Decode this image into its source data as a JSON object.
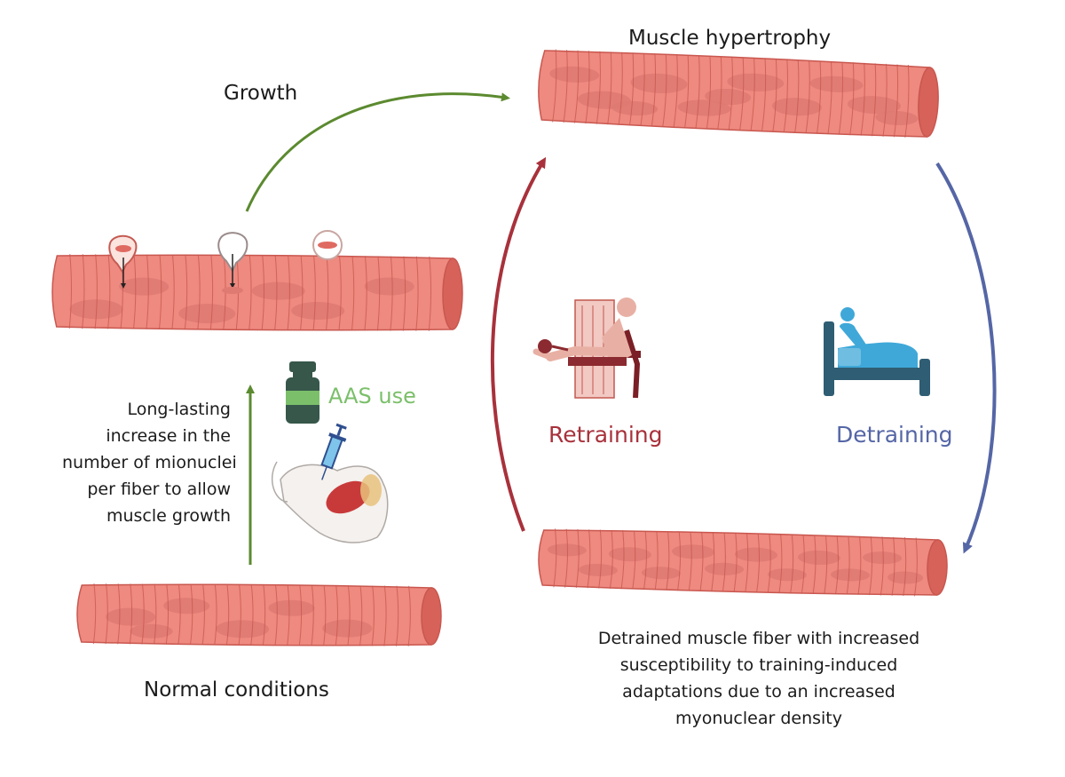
{
  "labels": {
    "hypertrophy": "Muscle hypertrophy",
    "growth": "Growth",
    "normal": "Normal conditions",
    "aas": "AAS use",
    "retraining": "Retraining",
    "detraining": "Detraining"
  },
  "left_text": [
    "Long-lasting",
    "increase in the",
    "number of mionuclei",
    "per fiber to allow",
    "muscle growth"
  ],
  "bottom_text": [
    "Detrained muscle fiber with increased",
    "susceptibility to training-induced",
    "adaptations due to an increased",
    "myonuclear density"
  ],
  "colors": {
    "fiber_fill": "#ee8a80",
    "fiber_stripe": "#c9574f",
    "fiber_end": "#d6625a",
    "nucleus": "#de7a72",
    "growth_arrow": "#5b8a2f",
    "retraining": "#a8313b",
    "detraining": "#5566a6",
    "aas": "#7bbf6a",
    "vial": "#36574a",
    "bed": "#2f5d73",
    "patient": "#3fa8d9"
  }
}
